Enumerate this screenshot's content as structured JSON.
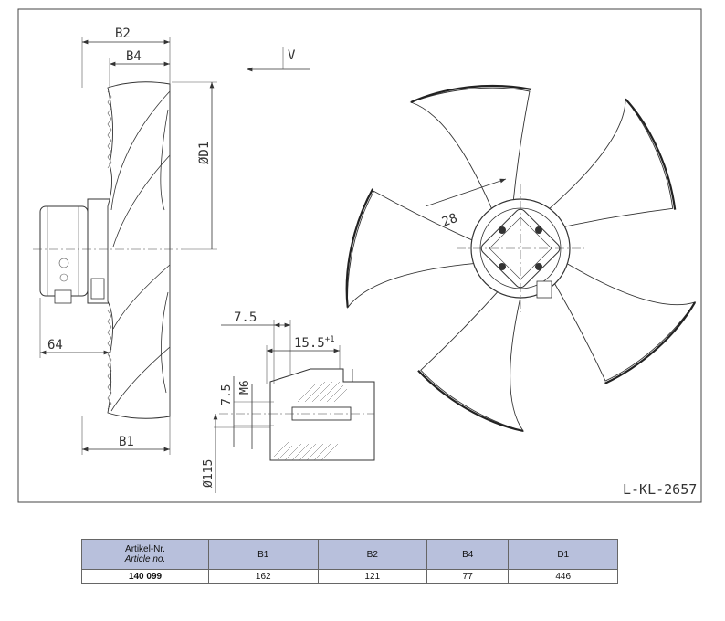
{
  "drawing": {
    "reference": "L-KL-2657",
    "view_label": "V",
    "dims": {
      "b1": "B1",
      "b2": "B2",
      "b4": "B4",
      "d1": "ØD1",
      "d64": "64",
      "d28": "28",
      "d7_5_top": "7.5",
      "d15_5": "15.5",
      "d15_5_tol": "+1",
      "d7_5_side": "7.5",
      "m6": "M6",
      "d115": "Ø115"
    }
  },
  "table": {
    "headers": {
      "article_de": "Artikel-Nr.",
      "article_en": "Article no.",
      "b1": "B1",
      "b2": "B2",
      "b4": "B4",
      "d1": "D1"
    },
    "rows": [
      {
        "article": "140 099",
        "b1": "162",
        "b2": "121",
        "b4": "77",
        "d1": "446"
      }
    ]
  }
}
